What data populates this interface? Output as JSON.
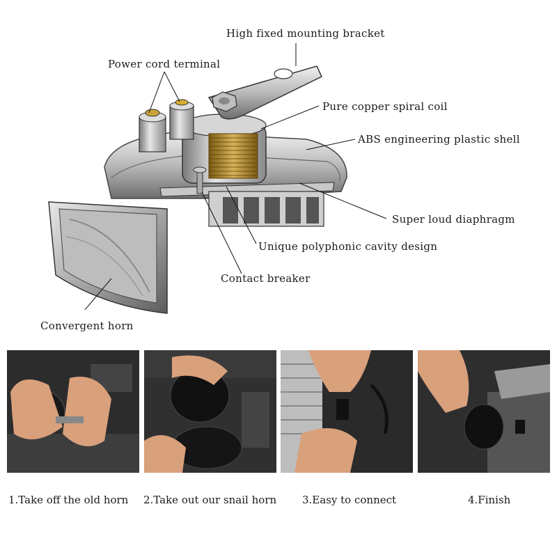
{
  "labels": {
    "bracket": "High fixed mounting bracket",
    "terminal": "Power cord terminal",
    "coil": "Pure copper spiral coil",
    "shell": "ABS engineering plastic shell",
    "diaphragm": "Super loud diaphragm",
    "cavity": "Unique polyphonic cavity design",
    "breaker": "Contact breaker",
    "horn": "Convergent horn"
  },
  "steps": [
    {
      "caption": "1.Take off the old horn"
    },
    {
      "caption": "2.Take out our snail horn"
    },
    {
      "caption": "3.Easy to connect"
    },
    {
      "caption": "4.Finish"
    }
  ],
  "colors": {
    "metal_light": "#d9d9d9",
    "metal_mid": "#a8a8a8",
    "metal_dark": "#5a5a5a",
    "copper": "#b08a2a",
    "engine_bay": "#2a2a2a",
    "skin": "#d9a07c"
  }
}
